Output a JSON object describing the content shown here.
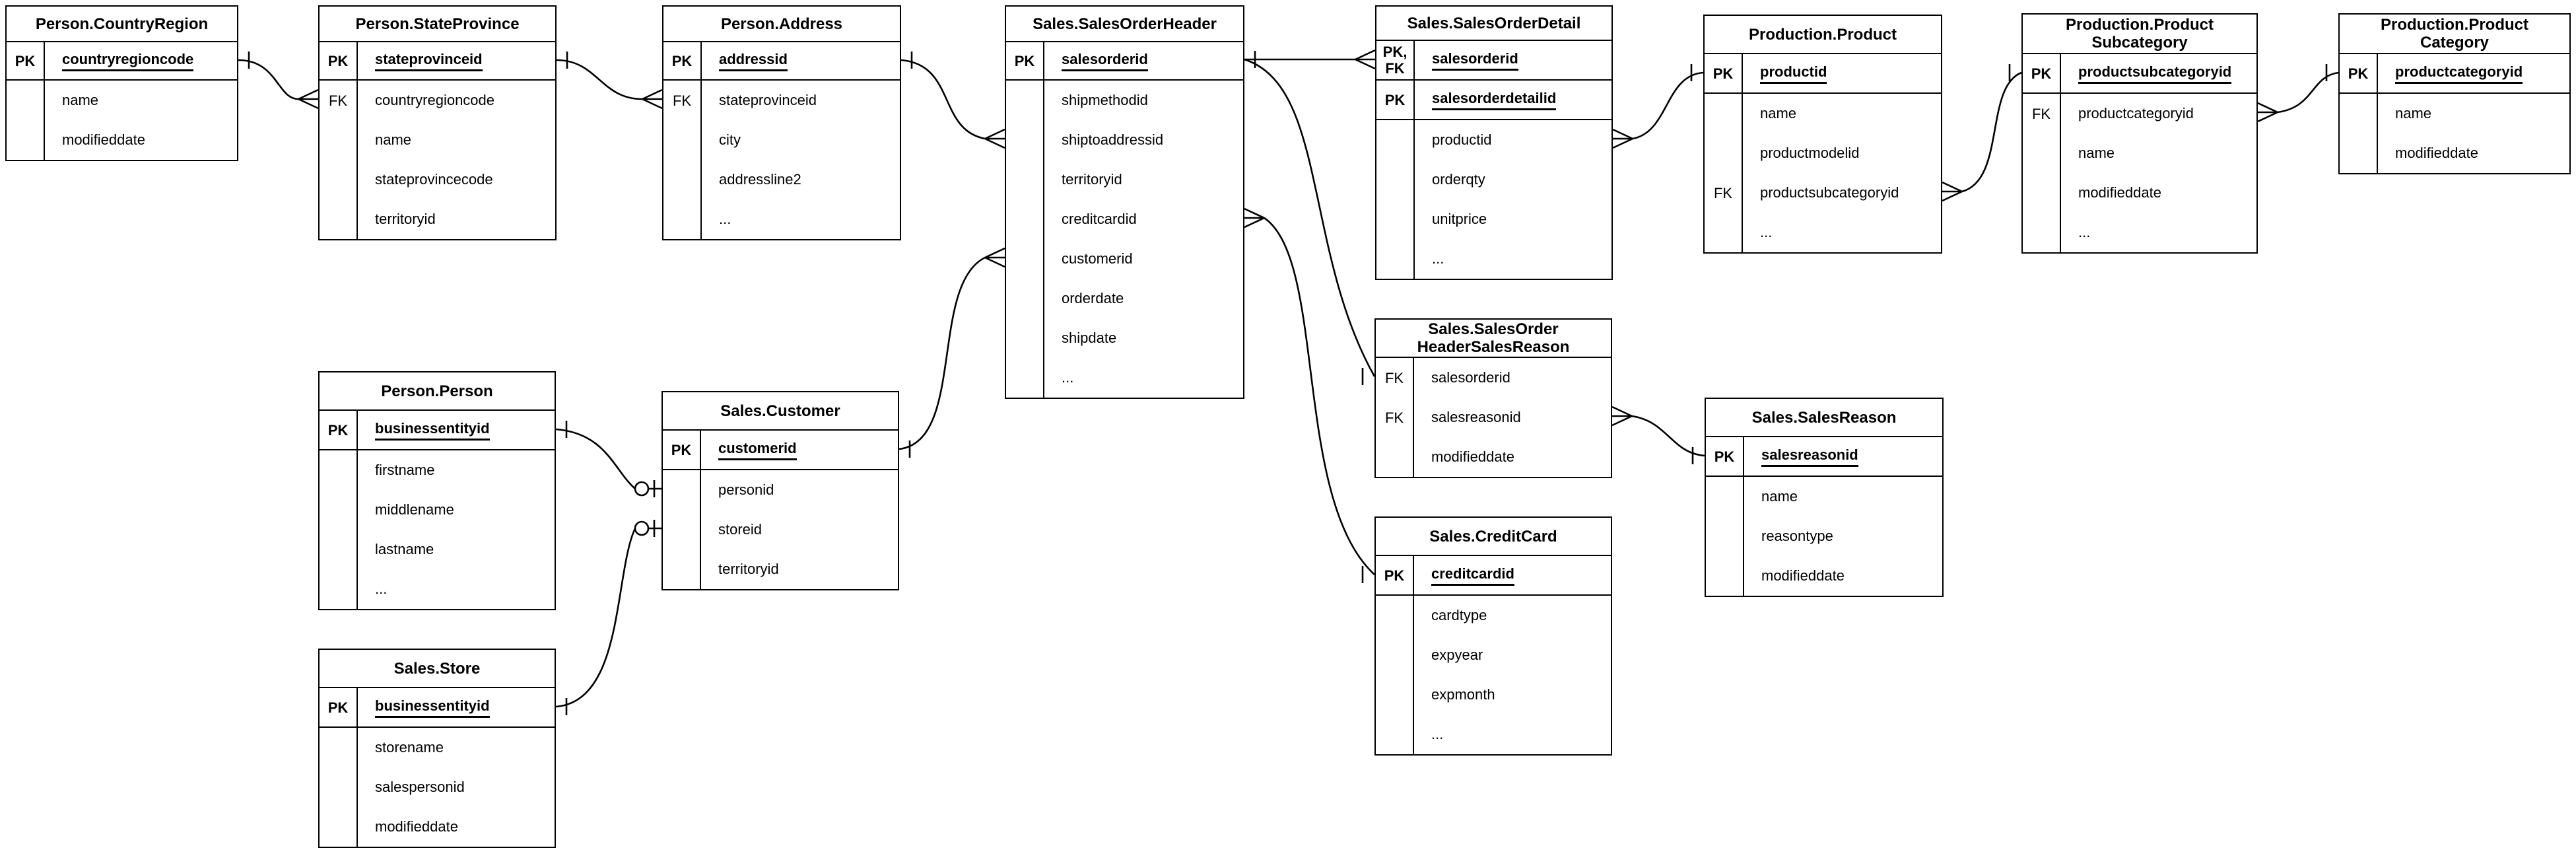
{
  "diagram": {
    "title": "AdventureWorks sales schema ER diagram",
    "notation": "crow's foot",
    "colors": {
      "background": "#ffffff",
      "line": "#000000",
      "table_fill": "#ffffff",
      "text": "#000000"
    },
    "tables": [
      {
        "id": "person-countryregion",
        "title": "Person.CountryRegion",
        "rows": [
          {
            "key": "PK",
            "name": "countryregioncode",
            "pk": true
          },
          {
            "key": "",
            "name": "name"
          },
          {
            "key": "",
            "name": "modifieddate"
          }
        ]
      },
      {
        "id": "person-stateprovince",
        "title": "Person.StateProvince",
        "rows": [
          {
            "key": "PK",
            "name": "stateprovinceid",
            "pk": true
          },
          {
            "key": "FK",
            "name": "countryregioncode"
          },
          {
            "key": "",
            "name": "name"
          },
          {
            "key": "",
            "name": "stateprovincecode"
          },
          {
            "key": "",
            "name": "territoryid"
          }
        ]
      },
      {
        "id": "person-address",
        "title": "Person.Address",
        "rows": [
          {
            "key": "PK",
            "name": "addressid",
            "pk": true
          },
          {
            "key": "FK",
            "name": "stateprovinceid"
          },
          {
            "key": "",
            "name": "city"
          },
          {
            "key": "",
            "name": "addressline2"
          },
          {
            "key": "",
            "name": "..."
          }
        ]
      },
      {
        "id": "sales-salesorderheader",
        "title": "Sales.SalesOrderHeader",
        "rows": [
          {
            "key": "PK",
            "name": "salesorderid",
            "pk": true
          },
          {
            "key": "",
            "name": "shipmethodid"
          },
          {
            "key": "",
            "name": "shiptoaddressid"
          },
          {
            "key": "",
            "name": "territoryid"
          },
          {
            "key": "",
            "name": "creditcardid"
          },
          {
            "key": "",
            "name": "customerid"
          },
          {
            "key": "",
            "name": "orderdate"
          },
          {
            "key": "",
            "name": "shipdate"
          },
          {
            "key": "",
            "name": "..."
          }
        ]
      },
      {
        "id": "sales-salesorderdetail",
        "title": "Sales.SalesOrderDetail",
        "rows": [
          {
            "key": "PK,\nFK",
            "name": "salesorderid",
            "pk": true
          },
          {
            "key": "PK",
            "name": "salesorderdetailid",
            "pk": true
          },
          {
            "key": "",
            "name": "productid"
          },
          {
            "key": "",
            "name": "orderqty"
          },
          {
            "key": "",
            "name": "unitprice"
          },
          {
            "key": "",
            "name": "..."
          }
        ]
      },
      {
        "id": "production-product",
        "title": "Production.Product",
        "rows": [
          {
            "key": "PK",
            "name": "productid",
            "pk": true
          },
          {
            "key": "",
            "name": "name"
          },
          {
            "key": "",
            "name": "productmodelid"
          },
          {
            "key": "FK",
            "name": "productsubcategoryid"
          },
          {
            "key": "",
            "name": "..."
          }
        ]
      },
      {
        "id": "production-productsubcategory",
        "title": "Production.Product\nSubcategory",
        "rows": [
          {
            "key": "PK",
            "name": "productsubcategoryid",
            "pk": true
          },
          {
            "key": "FK",
            "name": "productcategoryid"
          },
          {
            "key": "",
            "name": "name"
          },
          {
            "key": "",
            "name": "modifieddate"
          },
          {
            "key": "",
            "name": "..."
          }
        ]
      },
      {
        "id": "production-productcategory",
        "title": "Production.Product\nCategory",
        "rows": [
          {
            "key": "PK",
            "name": "productcategoryid",
            "pk": true
          },
          {
            "key": "",
            "name": "name"
          },
          {
            "key": "",
            "name": "modifieddate"
          }
        ]
      },
      {
        "id": "sales-salesorderheadersalesreason",
        "title": "Sales.SalesOrder\nHeaderSalesReason",
        "rows": [
          {
            "key": "FK",
            "name": "salesorderid"
          },
          {
            "key": "FK",
            "name": "salesreasonid"
          },
          {
            "key": "",
            "name": "modifieddate"
          }
        ]
      },
      {
        "id": "sales-salesreason",
        "title": "Sales.SalesReason",
        "rows": [
          {
            "key": "PK",
            "name": "salesreasonid",
            "pk": true
          },
          {
            "key": "",
            "name": "name"
          },
          {
            "key": "",
            "name": "reasontype"
          },
          {
            "key": "",
            "name": "modifieddate"
          }
        ]
      },
      {
        "id": "sales-creditcard",
        "title": "Sales.CreditCard",
        "rows": [
          {
            "key": "PK",
            "name": "creditcardid",
            "pk": true
          },
          {
            "key": "",
            "name": "cardtype"
          },
          {
            "key": "",
            "name": "expyear"
          },
          {
            "key": "",
            "name": "expmonth"
          },
          {
            "key": "",
            "name": "..."
          }
        ]
      },
      {
        "id": "person-person",
        "title": "Person.Person",
        "rows": [
          {
            "key": "PK",
            "name": "businessentityid",
            "pk": true
          },
          {
            "key": "",
            "name": "firstname"
          },
          {
            "key": "",
            "name": "middlename"
          },
          {
            "key": "",
            "name": "lastname"
          },
          {
            "key": "",
            "name": "..."
          }
        ]
      },
      {
        "id": "sales-customer",
        "title": "Sales.Customer",
        "rows": [
          {
            "key": "PK",
            "name": "customerid",
            "pk": true
          },
          {
            "key": "",
            "name": "personid"
          },
          {
            "key": "",
            "name": "storeid"
          },
          {
            "key": "",
            "name": "territoryid"
          }
        ]
      },
      {
        "id": "sales-store",
        "title": "Sales.Store",
        "rows": [
          {
            "key": "PK",
            "name": "businessentityid",
            "pk": true
          },
          {
            "key": "",
            "name": "storename"
          },
          {
            "key": "",
            "name": "salespersonid"
          },
          {
            "key": "",
            "name": "modifieddate"
          }
        ]
      }
    ],
    "relationships": [
      {
        "from": "Person.CountryRegion.countryregioncode",
        "to": "Person.StateProvince.countryregioncode",
        "from_end": "one",
        "to_end": "many"
      },
      {
        "from": "Person.StateProvince.stateprovinceid",
        "to": "Person.Address.stateprovinceid",
        "from_end": "one",
        "to_end": "many"
      },
      {
        "from": "Person.Address.addressid",
        "to": "Sales.SalesOrderHeader.shiptoaddressid",
        "from_end": "one",
        "to_end": "many"
      },
      {
        "from": "Sales.Customer.customerid",
        "to": "Sales.SalesOrderHeader.customerid",
        "from_end": "one",
        "to_end": "many"
      },
      {
        "from": "Sales.SalesOrderHeader.salesorderid",
        "to": "Sales.SalesOrderDetail.salesorderid",
        "from_end": "one",
        "to_end": "many"
      },
      {
        "from": "Sales.SalesOrderHeader.salesorderid",
        "to": "Sales.SalesOrderHeaderSalesReason.salesorderid",
        "from_end": "one",
        "to_end": "one"
      },
      {
        "from": "Sales.CreditCard.creditcardid",
        "to": "Sales.SalesOrderHeader.creditcardid",
        "from_end": "one",
        "to_end": "many"
      },
      {
        "from": "Production.Product.productid",
        "to": "Sales.SalesOrderDetail.productid",
        "from_end": "one",
        "to_end": "many"
      },
      {
        "from": "Production.ProductSubcategory.productsubcategoryid",
        "to": "Production.Product.productsubcategoryid",
        "from_end": "one",
        "to_end": "many"
      },
      {
        "from": "Production.ProductCategory.productcategoryid",
        "to": "Production.ProductSubcategory.productcategoryid",
        "from_end": "one",
        "to_end": "many"
      },
      {
        "from": "Sales.SalesReason.salesreasonid",
        "to": "Sales.SalesOrderHeaderSalesReason.salesreasonid",
        "from_end": "one",
        "to_end": "many"
      },
      {
        "from": "Person.Person.businessentityid",
        "to": "Sales.Customer.personid",
        "from_end": "one",
        "to_end": "zero-or-one"
      },
      {
        "from": "Sales.Store.businessentityid",
        "to": "Sales.Customer.storeid",
        "from_end": "one",
        "to_end": "zero-or-one"
      }
    ]
  }
}
